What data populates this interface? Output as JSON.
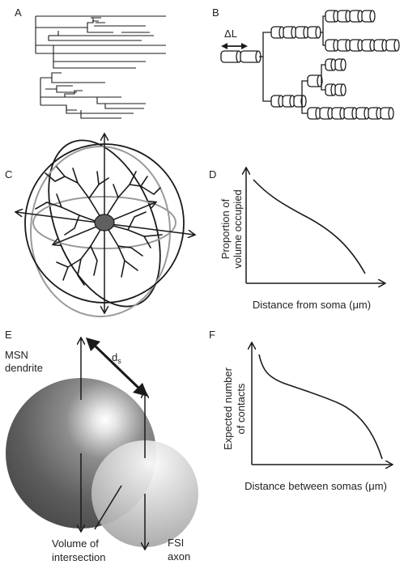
{
  "panels": {
    "A": {
      "label": "A"
    },
    "B": {
      "label": "B",
      "delta_symbol": "Δ",
      "delta_letter": "L"
    },
    "C": {
      "label": "C"
    },
    "D": {
      "label": "D",
      "ylabel_line1": "Proportion of",
      "ylabel_line2": "volume occupied",
      "xlabel": "Distance from soma (μm)"
    },
    "E": {
      "label": "E",
      "msn_line1": "MSN",
      "msn_line2": "dendrite",
      "ds_letter": "d",
      "ds_sub": "s",
      "voi_line1": "Volume of",
      "voi_line2": "intersection",
      "fsi_line1": "FSI",
      "fsi_line2": "axon"
    },
    "F": {
      "label": "F",
      "ylabel_line1": "Expected number",
      "ylabel_line2": "of contacts",
      "xlabel": "Distance between somas (μm)"
    }
  },
  "colors": {
    "ink": "#1a1a1a",
    "grey_line": "#9a9a9a",
    "soma": "#606060"
  }
}
